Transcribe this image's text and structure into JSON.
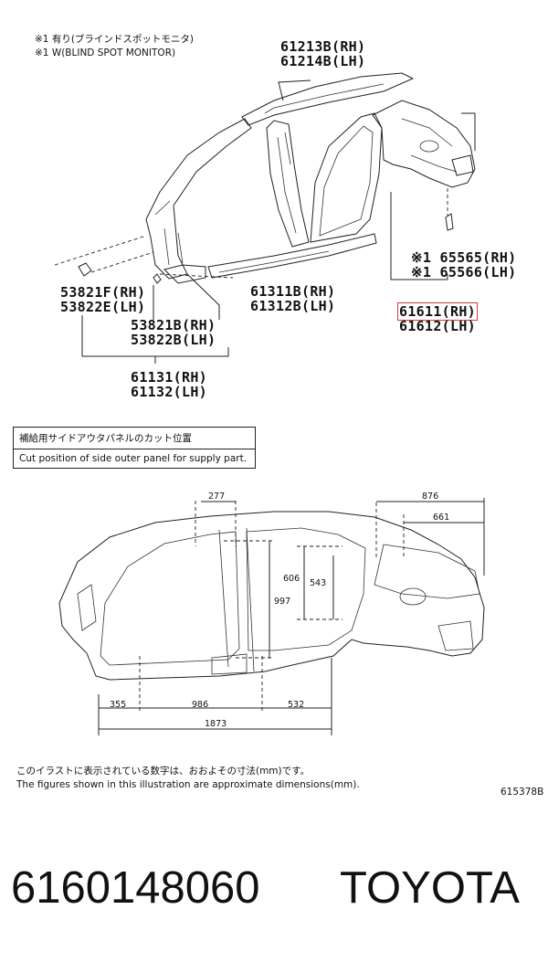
{
  "notes": {
    "line1": "※1 有り(ブラインドスポットモニタ)",
    "line2": "※1 W(BLIND SPOT MONITOR)"
  },
  "parts": [
    {
      "id": "roof-rail",
      "rh": "61213B(RH)",
      "lh": "61214B(LH)"
    },
    {
      "id": "bracket-f",
      "rh": "53821F(RH)",
      "lh": "53822E(LH)"
    },
    {
      "id": "bracket-b",
      "rh": "53821B(RH)",
      "lh": "53822B(LH)"
    },
    {
      "id": "rocker",
      "rh": "61131(RH)",
      "lh": "61132(LH)"
    },
    {
      "id": "center-pillar",
      "rh": "61311B(RH)",
      "lh": "61312B(LH)"
    },
    {
      "id": "sensor",
      "rh": "※1 65565(RH)",
      "lh": "※1 65566(LH)"
    },
    {
      "id": "quarter-panel",
      "rh": "61611(RH)",
      "lh": "61612(LH)"
    }
  ],
  "supply_box": {
    "jp": "補給用サイドアウタパネルのカット位置",
    "en": "Cut position of side outer panel for supply part."
  },
  "dimensions": {
    "d277": "277",
    "d876": "876",
    "d661": "661",
    "d606": "606",
    "d543": "543",
    "d997": "997",
    "d355": "355",
    "d986": "986",
    "d532": "532",
    "d1873": "1873"
  },
  "footer": {
    "jp": "このイラストに表示されている数字は、おおよその寸法(mm)です。",
    "en": "The figures shown in this illustration are approximate dimensions(mm).",
    "ref": "615378B"
  },
  "product": {
    "part_number": "6160148060",
    "brand": "TOYOTA"
  },
  "colors": {
    "highlight": "#d23a3a",
    "ink": "#222222"
  }
}
